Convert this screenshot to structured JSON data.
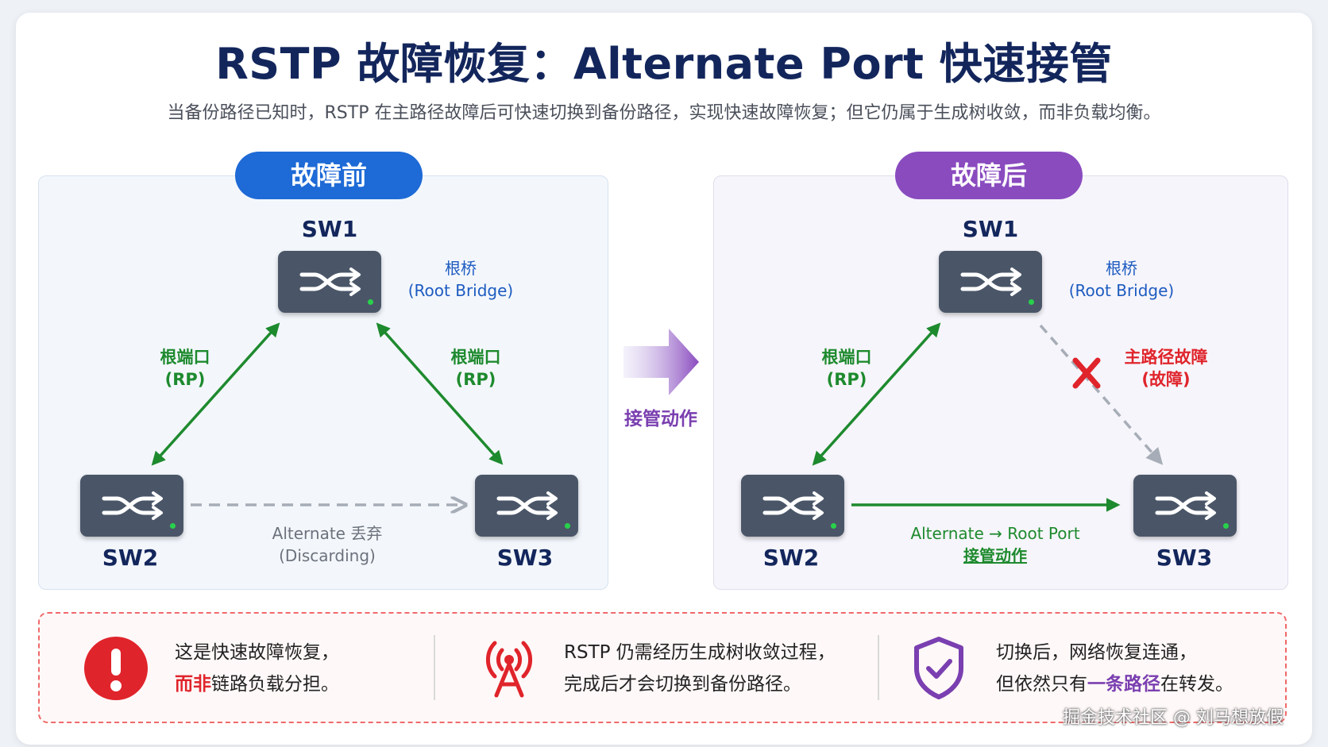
{
  "title": "RSTP 故障恢复：Alternate Port 快速接管",
  "subtitle": "当备份路径已知时，RSTP 在主路径故障后可快速切换到备份路径，实现快速故障恢复；但它仍属于生成树收敛，而非负载均衡。",
  "before": {
    "pill": "故障前",
    "sw1": "SW1",
    "sw2": "SW2",
    "sw3": "SW3",
    "root_line1": "根桥",
    "root_line2": "(Root Bridge)",
    "rp_left_line1": "根端口",
    "rp_left_line2": "(RP)",
    "rp_right_line1": "根端口",
    "rp_right_line2": "(RP)",
    "alt_line1": "Alternate 丢弃",
    "alt_line2": "(Discarding)"
  },
  "transition": {
    "label": "接管动作"
  },
  "after": {
    "pill": "故障后",
    "sw1": "SW1",
    "sw2": "SW2",
    "sw3": "SW3",
    "root_line1": "根桥",
    "root_line2": "(Root Bridge)",
    "rp_line1": "根端口",
    "rp_line2": "(RP)",
    "fail_line1": "主路径故障",
    "fail_line2": "(故障)",
    "alt_line1": "Alternate → Root Port",
    "alt_line2": "接管动作"
  },
  "notes": [
    {
      "icon": "exclamation-icon",
      "line1": "这是快速故障恢复，",
      "line2_em": "而非",
      "line2_rest": "链路负载分担。"
    },
    {
      "icon": "antenna-icon",
      "line1": "RSTP 仍需经历生成树收敛过程，",
      "line2": "完成后才会切换到备份路径。"
    },
    {
      "icon": "shield-check-icon",
      "line1": "切换后，网络恢复连通，",
      "line2_pre": "但依然只有",
      "line2_em": "一条路径",
      "line2_post": "在转发。"
    }
  ],
  "watermark": "掘金技术社区 @ 刘马想放假",
  "colors": {
    "title": "#13265c",
    "rp_green": "#1e8a2e",
    "root_blue": "#1d5bc0",
    "fail_red": "#e0242b",
    "accent_purple": "#8a4bbf",
    "pill_blue": "#1e6ad6",
    "switch": "#4a5668"
  }
}
